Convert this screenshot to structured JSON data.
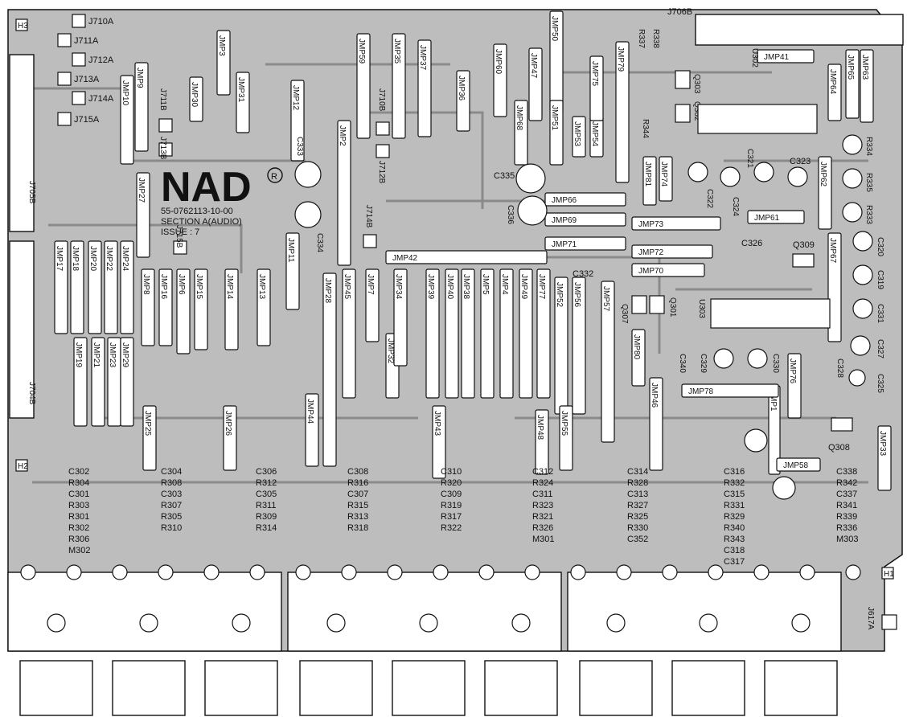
{
  "board": {
    "brand": "NAD",
    "part_number": "55-0762113-10-00",
    "section": "SECTION A(AUDIO)",
    "issue": "ISSUE : 7",
    "registered_mark": "R"
  },
  "holes": [
    "H1",
    "H2",
    "H3"
  ],
  "connectors": [
    "J705B",
    "J704B",
    "J706B",
    "J617A",
    "M301",
    "M302",
    "M303"
  ],
  "small_jacks": [
    "J710A",
    "J711A",
    "J712A",
    "J713A",
    "J714A",
    "J715A",
    "J711B",
    "J713B",
    "J710B",
    "J712B",
    "J714B",
    "J715B"
  ],
  "jumpers": [
    "JMP1",
    "JMP2",
    "JMP3",
    "JMP4",
    "JMP5",
    "JMP6",
    "JMP7",
    "JMP8",
    "JMP9",
    "JMP10",
    "JMP11",
    "JMP12",
    "JMP13",
    "JMP14",
    "JMP15",
    "JMP16",
    "JMP17",
    "JMP18",
    "JMP19",
    "JMP20",
    "JMP21",
    "JMP22",
    "JMP23",
    "JMP24",
    "JMP25",
    "JMP26",
    "JMP27",
    "JMP28",
    "JMP29",
    "JMP30",
    "JMP31",
    "JMP32",
    "JMP33",
    "JMP34",
    "JMP35",
    "JMP36",
    "JMP37",
    "JMP38",
    "JMP39",
    "JMP40",
    "JMP41",
    "JMP42",
    "JMP43",
    "JMP44",
    "JMP45",
    "JMP46",
    "JMP47",
    "JMP48",
    "JMP49",
    "JMP50",
    "JMP51",
    "JMP52",
    "JMP53",
    "JMP54",
    "JMP55",
    "JMP56",
    "JMP57",
    "JMP58",
    "JMP59",
    "JMP60",
    "JMP61",
    "JMP62",
    "JMP63",
    "JMP64",
    "JMP65",
    "JMP66",
    "JMP67",
    "JMP68",
    "JMP69",
    "JMP70",
    "JMP71",
    "JMP72",
    "JMP73",
    "JMP74",
    "JMP75",
    "JMP76",
    "JMP77",
    "JMP78",
    "JMP79",
    "JMP80",
    "JMP81"
  ],
  "transistors": [
    "Q301",
    "Q302",
    "Q303",
    "Q307",
    "Q308",
    "Q309"
  ],
  "ics": [
    "U302",
    "U303"
  ],
  "bottom_labels": {
    "group1": [
      "C302",
      "R304",
      "C301",
      "R303",
      "R301",
      "R302",
      "R306",
      "M302"
    ],
    "group2": [
      "C304",
      "R308",
      "C303",
      "R307",
      "R305",
      "R310"
    ],
    "group3": [
      "C306",
      "R312",
      "C305",
      "R311",
      "R309",
      "R314"
    ],
    "group4": [
      "C308",
      "R316",
      "C307",
      "R315",
      "R313",
      "R318"
    ],
    "group5": [
      "C310",
      "R320",
      "C309",
      "R319",
      "R317",
      "R322"
    ],
    "group6": [
      "C312",
      "R324",
      "C311",
      "R323",
      "R321",
      "R326",
      "M301"
    ],
    "group7": [
      "C314",
      "R328",
      "C313",
      "R327",
      "R325",
      "R330",
      "C352"
    ],
    "group8": [
      "C316",
      "R332",
      "C315",
      "R331",
      "R329",
      "R340",
      "R343",
      "C318",
      "C317"
    ],
    "group9": [
      "C338",
      "R342",
      "C337",
      "R341",
      "R339",
      "R336",
      "M303"
    ]
  },
  "upper_right_labels": [
    "R334",
    "R335",
    "R333",
    "C320",
    "C319",
    "C331",
    "C327",
    "C325",
    "C326",
    "C328",
    "C332",
    "C321",
    "C322",
    "C323",
    "C324",
    "C329",
    "C330",
    "C334",
    "C333",
    "C335",
    "C336",
    "R337",
    "R338",
    "R344",
    "C340"
  ]
}
